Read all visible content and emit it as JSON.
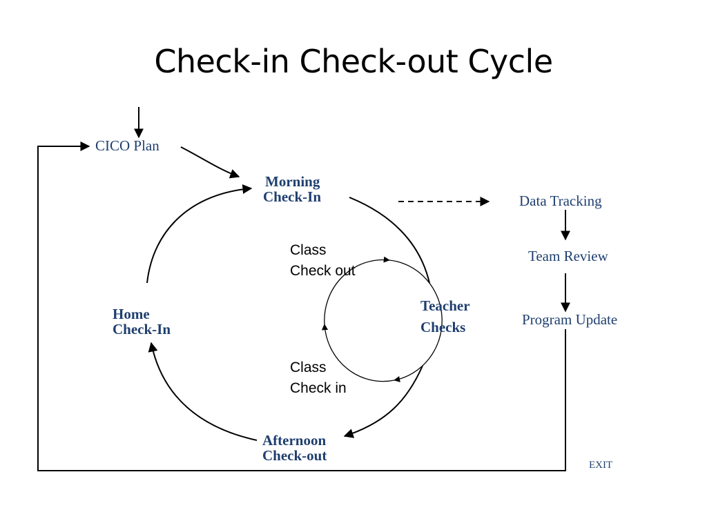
{
  "title": "Check-in Check-out Cycle",
  "cycle": {
    "morning": [
      "Morning",
      "Check-In"
    ],
    "home": [
      "Home",
      "Check-In"
    ],
    "afternoon": [
      "Afternoon",
      "Check-out"
    ],
    "teacher": [
      "Teacher",
      "Checks"
    ]
  },
  "inner_cycle": {
    "class_out": [
      "Class",
      "Check out"
    ],
    "class_in": [
      "Class",
      "Check in"
    ]
  },
  "entry": "CICO Plan",
  "data_flow": {
    "tracking": "Data Tracking",
    "review": "Team Review",
    "update": "Program Update"
  },
  "exit": "EXIT",
  "colors": {
    "label": "#1f3f6f",
    "line": "#000000"
  }
}
